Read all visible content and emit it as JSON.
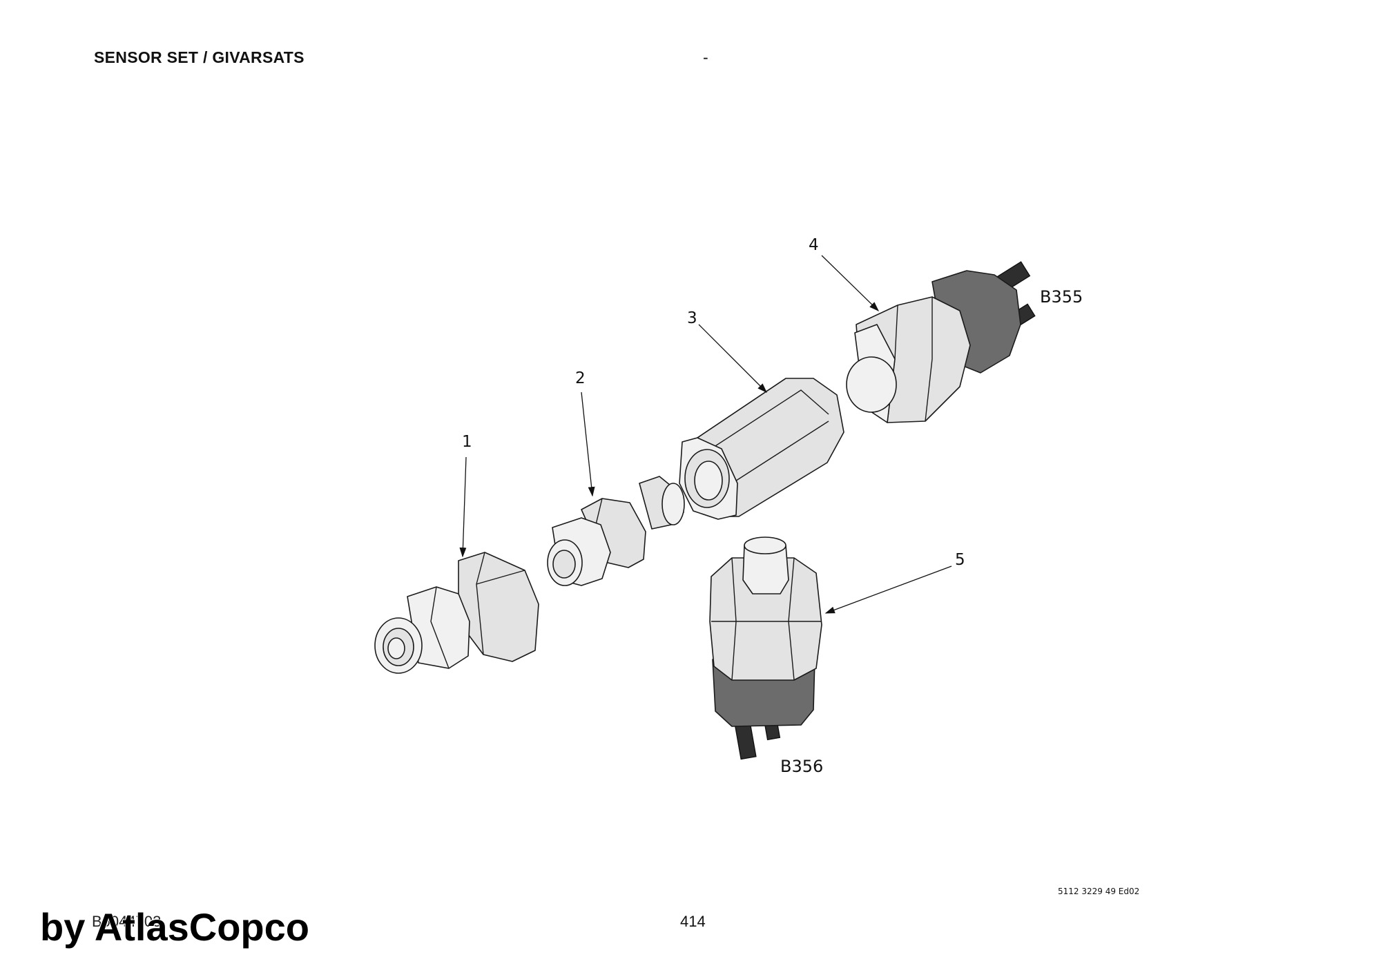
{
  "header": {
    "title": "SENSOR SET / GIVARSATS",
    "dash": "-"
  },
  "callouts": [
    {
      "number": "1"
    },
    {
      "number": "2"
    },
    {
      "number": "3"
    },
    {
      "number": "4"
    },
    {
      "number": "5"
    }
  ],
  "references": {
    "upper_sensor": "B355",
    "lower_sensor": "B356"
  },
  "footer": {
    "doc_number": "5112 3229 49 Ed02",
    "drawing_id": "B0044703",
    "page_number": "414",
    "watermark": "by AtlasCopco"
  }
}
